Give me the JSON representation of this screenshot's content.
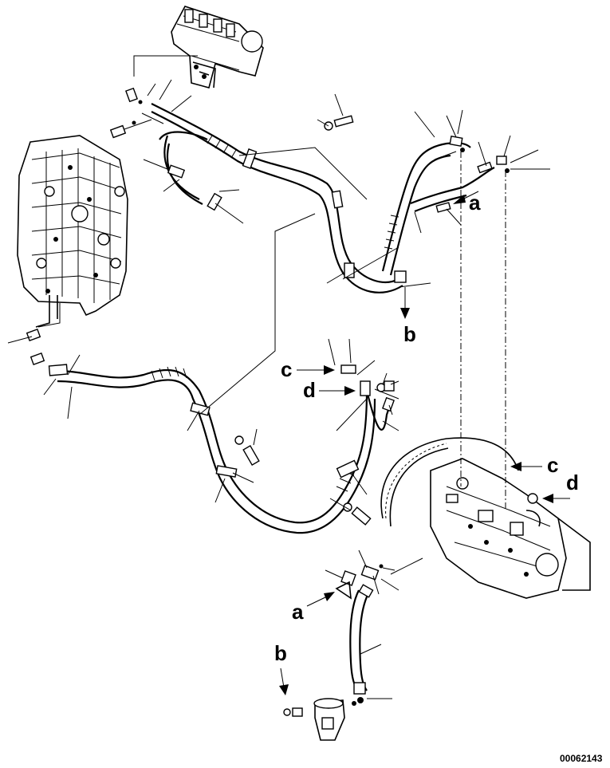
{
  "diagram": {
    "drawing_number": "00062143",
    "callouts": {
      "a_top": "a",
      "b_top": "b",
      "c_mid": "c",
      "d_mid": "d",
      "c_pump": "c",
      "d_pump": "d",
      "a_low": "a",
      "b_low": "b"
    }
  }
}
